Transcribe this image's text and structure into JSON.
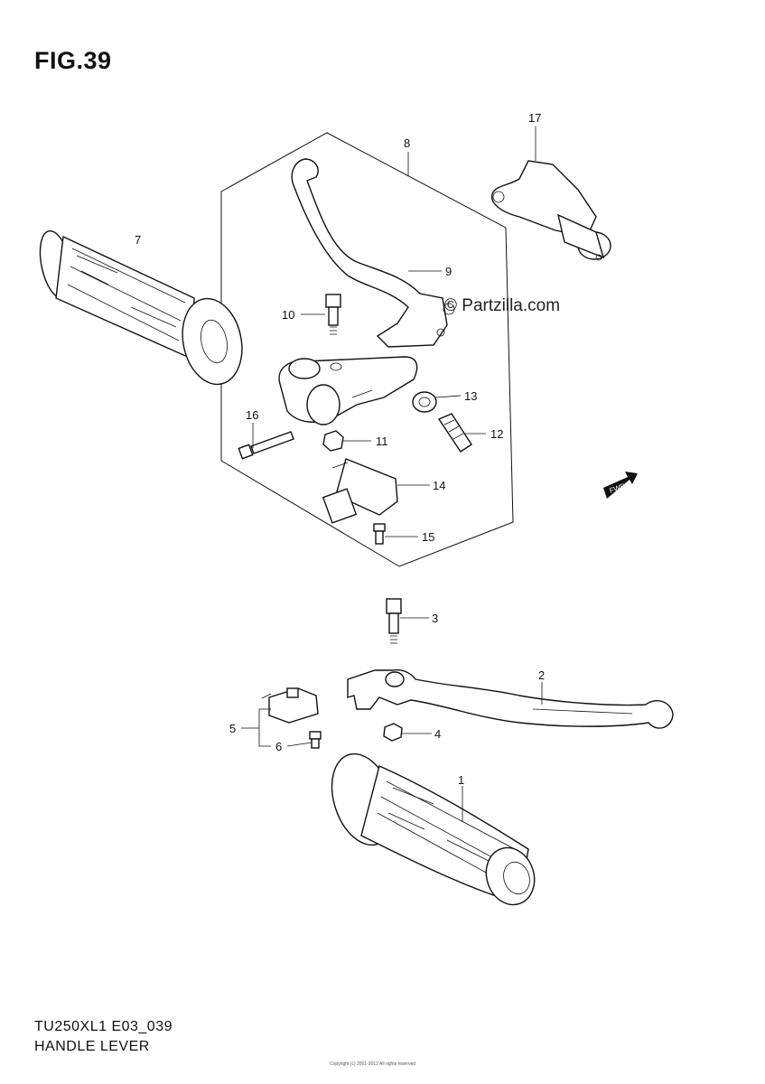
{
  "figure": {
    "title": "FIG.39"
  },
  "watermark": {
    "text": "© Partzilla.com"
  },
  "footer": {
    "code": "TU250XL1 E03_039",
    "name": "HANDLE LEVER"
  },
  "copyright": "Copyright (c) 2001-2012 All rights reserved",
  "fwd_label": "FWD",
  "callouts": [
    {
      "id": "1",
      "label": "1"
    },
    {
      "id": "2",
      "label": "2"
    },
    {
      "id": "3",
      "label": "3"
    },
    {
      "id": "4",
      "label": "4"
    },
    {
      "id": "5",
      "label": "5"
    },
    {
      "id": "6",
      "label": "6"
    },
    {
      "id": "7",
      "label": "7"
    },
    {
      "id": "8",
      "label": "8"
    },
    {
      "id": "9",
      "label": "9"
    },
    {
      "id": "10",
      "label": "10"
    },
    {
      "id": "11",
      "label": "11"
    },
    {
      "id": "12",
      "label": "12"
    },
    {
      "id": "13",
      "label": "13"
    },
    {
      "id": "14",
      "label": "14"
    },
    {
      "id": "15",
      "label": "15"
    },
    {
      "id": "16",
      "label": "16"
    },
    {
      "id": "17",
      "label": "17"
    }
  ]
}
